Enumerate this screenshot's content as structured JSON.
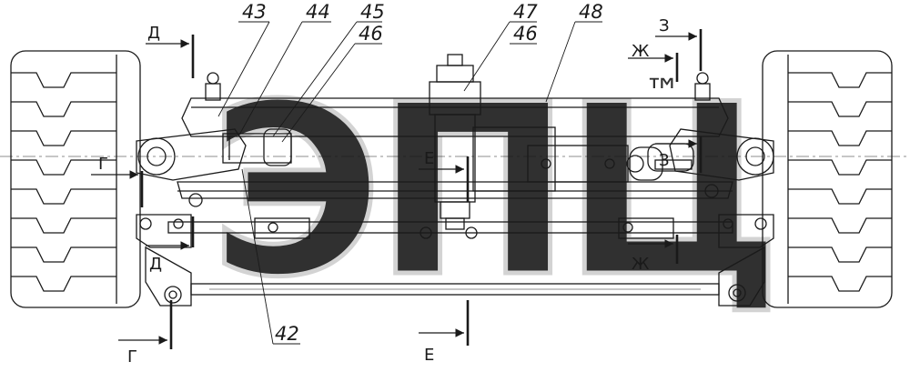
{
  "diagram": {
    "callouts": {
      "c42": "42",
      "c43": "43",
      "c44": "44",
      "c45": "45",
      "c46a": "46",
      "c46b": "46",
      "c47": "47",
      "c48": "48",
      "c3label": "3"
    },
    "sections": {
      "d_top": "Д",
      "d_bottom": "Д",
      "g_left": "Г",
      "g_bottom": "Г",
      "e_center": "Е",
      "e_bottom": "Е",
      "zh_top": "Ж",
      "zh_bottom": "Ж",
      "z_top": "З",
      "z_mid": "З"
    }
  },
  "watermark": {
    "text": "ЭПЦ",
    "tm": "™"
  },
  "colors": {
    "line": "#1a1a1a",
    "watermark": "#d6d6d6",
    "background": "#ffffff"
  }
}
